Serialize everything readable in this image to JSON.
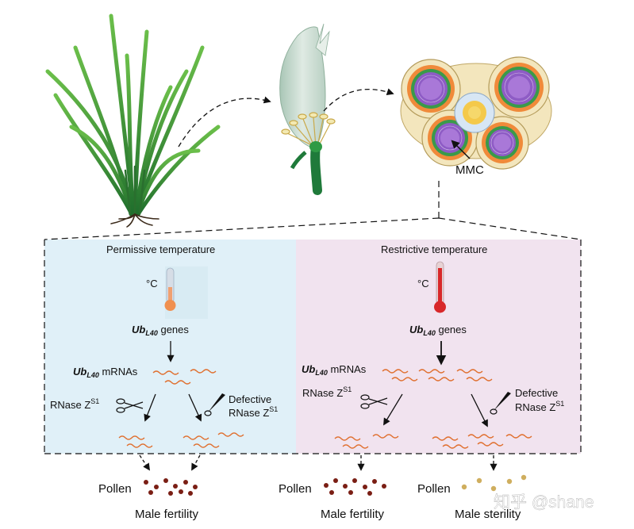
{
  "labels": {
    "mmc": "MMC",
    "permissive": "Permissive temperature",
    "restrictive": "Restrictive temperature",
    "celsius_left": "°C",
    "celsius_right": "°C",
    "ub": "Ub",
    "ub_sub": "L40",
    "genes": " genes",
    "mrnas": " mRNAs",
    "rnase": "RNase Z",
    "s1": "S1",
    "defective": "Defective",
    "pollen": "Pollen",
    "male_fertility": "Male fertility",
    "male_sterility": "Male sterility",
    "watermark": "知乎 @shane"
  },
  "colors": {
    "permissive_panel": "#e0f0f8",
    "restrictive_panel": "#f1e3ef",
    "mrna_wave": "#e07030",
    "pollen_fertile": "#7a1e14",
    "pollen_sterile": "#cfae5e",
    "thermo_cool": "#f0a070",
    "thermo_hot": "#d8282a",
    "plant_green": "#2e8a3a",
    "floret_green": "#1f7a3a"
  },
  "icons": [
    "scissors-icon",
    "blunt-scissors-icon",
    "thermometer-icon"
  ]
}
